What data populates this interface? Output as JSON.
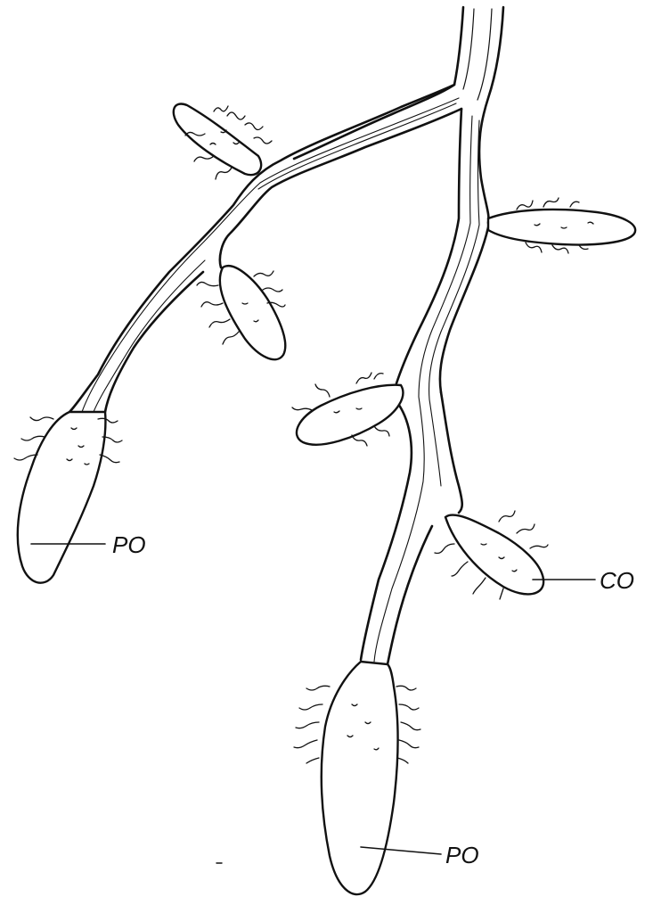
{
  "labels": {
    "po_upper": "PO",
    "co": "CO",
    "po_lower": "PO"
  },
  "colors": {
    "ink": "#111111",
    "paper": "#ffffff"
  }
}
